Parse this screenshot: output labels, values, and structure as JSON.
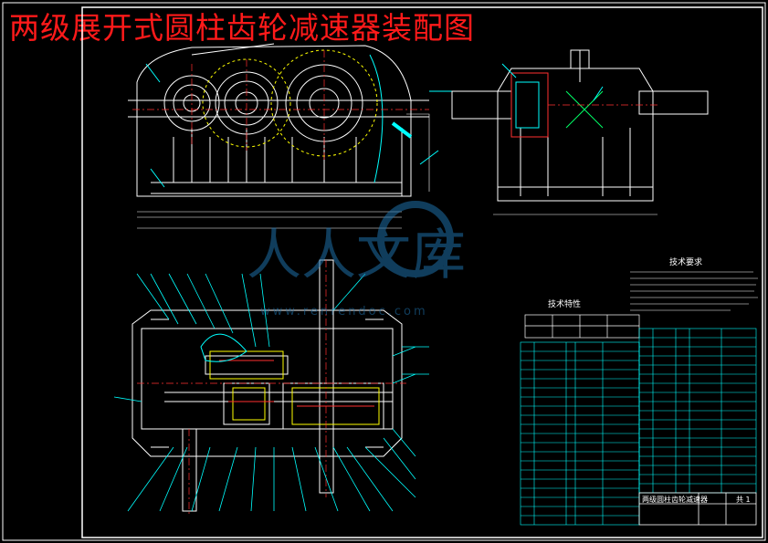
{
  "title": "两级展开式圆柱齿轮减速器装配图",
  "watermark": {
    "brand": "人人文库",
    "url": "www.renrendoc.com"
  },
  "tech_requirements": {
    "heading": "技术要求"
  },
  "tech_specs": {
    "heading": "技术特性"
  },
  "title_block": {
    "drawing_name": "两级圆柱齿轮减速器",
    "sheet": "共 1"
  },
  "colors": {
    "title": "#ff1a1a",
    "lines": "#ffffff",
    "cyan": "#00ffff",
    "yellow": "#ffff00",
    "red": "#ff3030",
    "green": "#00ff66"
  }
}
